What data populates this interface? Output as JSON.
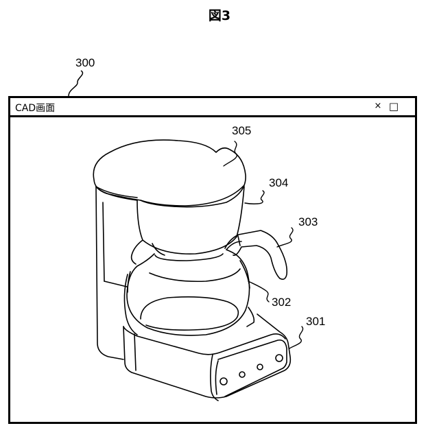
{
  "figure": {
    "title": "図3"
  },
  "window": {
    "ref": "300",
    "title": "CAD画面",
    "close_label": "×",
    "maximize_label": "□"
  },
  "drawing": {
    "subject": "coffee-maker",
    "refs": {
      "base": "301",
      "carafe": "302",
      "handle": "303",
      "filter_basket": "304",
      "lid": "305"
    }
  }
}
